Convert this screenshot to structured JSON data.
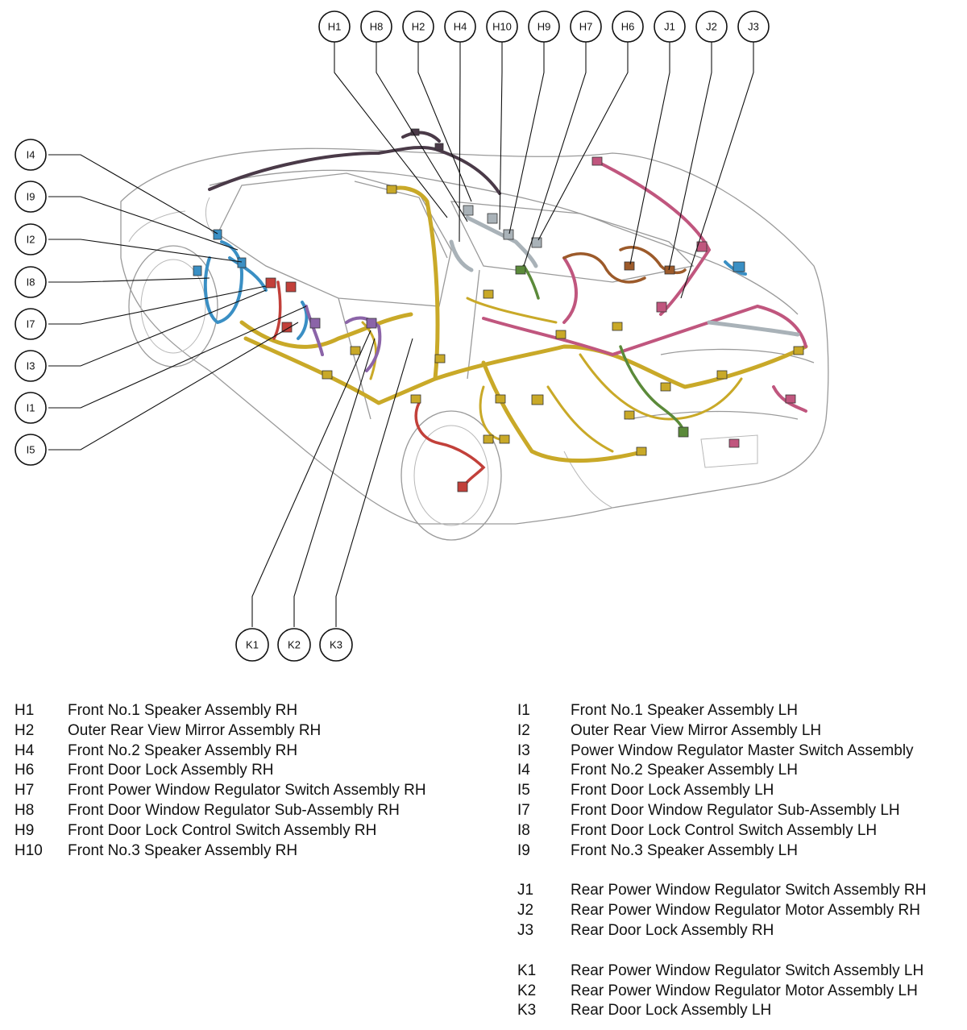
{
  "callouts": {
    "top": [
      "H1",
      "H8",
      "H2",
      "H4",
      "H10",
      "H9",
      "H7",
      "H6",
      "J1",
      "J2",
      "J3"
    ],
    "left": [
      "I4",
      "I9",
      "I2",
      "I8",
      "I7",
      "I3",
      "I1",
      "I5"
    ],
    "bottom": [
      "K1",
      "K2",
      "K3"
    ]
  },
  "legend": {
    "left": [
      {
        "code": "H1",
        "label": "Front No.1 Speaker Assembly RH"
      },
      {
        "code": "H2",
        "label": "Outer Rear View Mirror Assembly RH"
      },
      {
        "code": "H4",
        "label": "Front No.2 Speaker Assembly RH"
      },
      {
        "code": "H6",
        "label": "Front Door Lock Assembly RH"
      },
      {
        "code": "H7",
        "label": "Front Power Window Regulator Switch Assembly RH"
      },
      {
        "code": "H8",
        "label": "Front Door Window Regulator Sub-Assembly RH"
      },
      {
        "code": "H9",
        "label": "Front Door Lock Control Switch Assembly RH"
      },
      {
        "code": "H10",
        "label": "Front No.3 Speaker Assembly RH"
      }
    ],
    "right_groups": [
      [
        {
          "code": "I1",
          "label": "Front No.1 Speaker Assembly LH"
        },
        {
          "code": "I2",
          "label": "Outer Rear View Mirror Assembly LH"
        },
        {
          "code": "I3",
          "label": "Power Window Regulator Master Switch Assembly"
        },
        {
          "code": "I4",
          "label": "Front No.2 Speaker Assembly LH"
        },
        {
          "code": "I5",
          "label": "Front Door Lock Assembly LH"
        },
        {
          "code": "I7",
          "label": "Front Door Window Regulator Sub-Assembly LH"
        },
        {
          "code": "I8",
          "label": "Front Door Lock Control Switch Assembly LH"
        },
        {
          "code": "I9",
          "label": "Front No.3 Speaker Assembly LH"
        }
      ],
      [
        {
          "code": "J1",
          "label": "Rear Power Window Regulator Switch Assembly RH"
        },
        {
          "code": "J2",
          "label": "Rear Power Window Regulator Motor Assembly RH"
        },
        {
          "code": "J3",
          "label": "Rear Door Lock Assembly RH"
        }
      ],
      [
        {
          "code": "K1",
          "label": "Rear Power Window Regulator Switch Assembly LH"
        },
        {
          "code": "K2",
          "label": "Rear Power Window Regulator Motor Assembly LH"
        },
        {
          "code": "K3",
          "label": "Rear Door Lock Assembly LH"
        }
      ]
    ]
  },
  "colors": {
    "harness_yellow": "#c9a928",
    "harness_blue": "#3a8fc4",
    "harness_pink": "#c0567e",
    "harness_red": "#c2403a",
    "harness_purple": "#8b64a8",
    "harness_gray": "#a9b2b8",
    "harness_green": "#5b8a3a",
    "harness_brown": "#9c5a2a"
  }
}
